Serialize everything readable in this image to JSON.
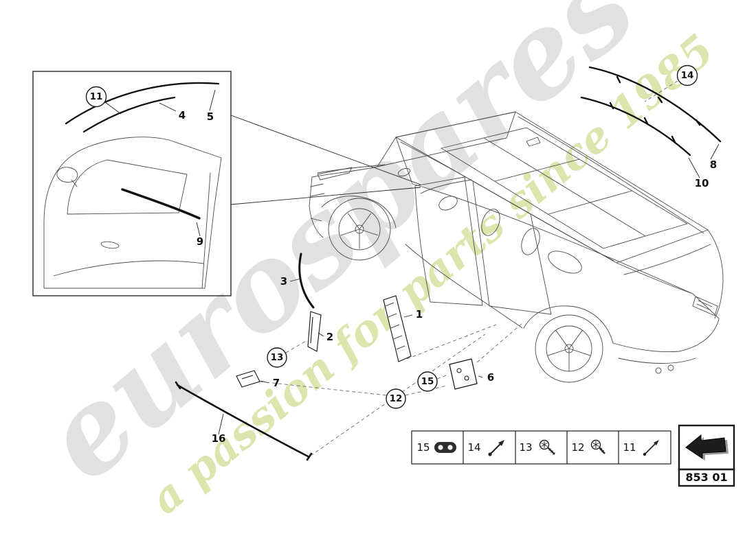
{
  "watermark": {
    "brand": "eurospares",
    "tagline": "a passion for parts since 1985"
  },
  "callouts": {
    "c1": "1",
    "c2": "2",
    "c3": "3",
    "c4": "4",
    "c5": "5",
    "c6": "6",
    "c7": "7",
    "c8": "8",
    "c9": "9",
    "c10": "10",
    "c11": "11",
    "c12": "12",
    "c13": "13",
    "c14": "14",
    "c15": "15",
    "c16": "16"
  },
  "legend": {
    "items": [
      {
        "label": "15",
        "icon": "grommet-icon"
      },
      {
        "label": "14",
        "icon": "rivet-pin-icon"
      },
      {
        "label": "13",
        "icon": "screw-icon"
      },
      {
        "label": "12",
        "icon": "screw-icon"
      },
      {
        "label": "11",
        "icon": "rivet-pin-icon"
      }
    ],
    "part_code": "853 01"
  }
}
